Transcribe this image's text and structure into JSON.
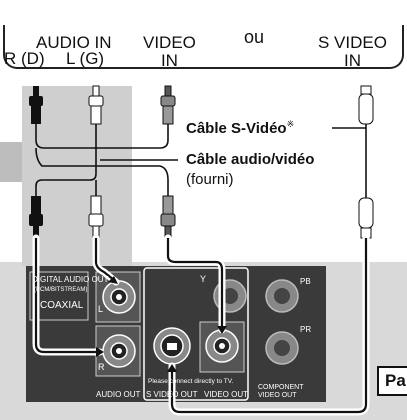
{
  "tv_panel": {
    "audio_in_label": "AUDIO IN",
    "audio_r_label": "R (D)",
    "audio_l_label": "L (G)",
    "video_in_label": "VIDEO\nIN",
    "ou_label": "ou",
    "svideo_in_label": "S VIDEO\nIN"
  },
  "cables": {
    "svideo_cable_label": "Câble S-Vidéo",
    "svideo_note_mark": "※",
    "av_cable_label": "Câble audio/vidéo",
    "av_cable_note": "(fourni)"
  },
  "device_panel": {
    "digital_audio_out": "DIGITAL AUDIO OUT",
    "pcm_bitstream": "(PCM/BITSTREAM)",
    "coaxial": "COAXIAL",
    "l_label": "L",
    "r_label": "R",
    "y_label": "Y",
    "pb_label": "PB",
    "pr_label": "PR",
    "please_connect": "Please connect directly to TV.",
    "audio_out": "AUDIO OUT",
    "s_video_out": "S VIDEO OUT",
    "video_out": "VIDEO OUT",
    "component_video_out_1": "COMPONENT",
    "component_video_out_2": "VIDEO OUT"
  },
  "corner_box_text": "Pa",
  "colors": {
    "panel_dark": "#3a3a3a",
    "jack_gray": "#8a8a8a",
    "plug_red": "#111111",
    "plug_white": "#ffffff",
    "bg_gray": "#d9d9d9"
  }
}
